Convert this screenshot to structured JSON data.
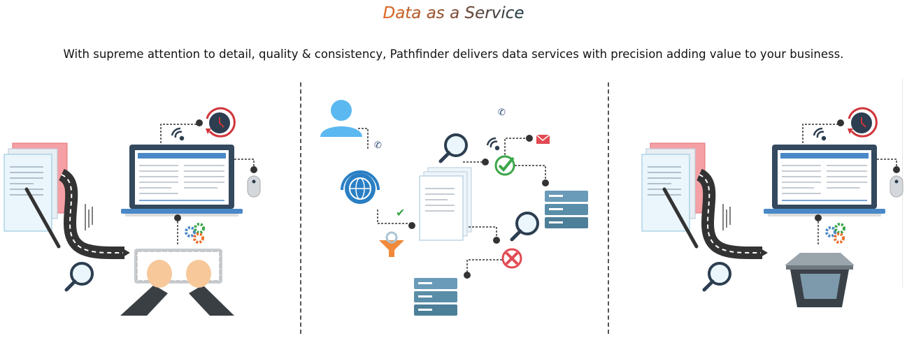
{
  "section": {
    "title": "Data as a Service",
    "subtitle": "With supreme attention to detail, quality & consistency, Pathfinder delivers data services with precision adding value to your business."
  },
  "colors": {
    "title_start": "#e66d25",
    "title_end": "#1d3f4c",
    "laptop_blue": "#4a88c8",
    "accent_red": "#d0343a",
    "check_green": "#3aa648",
    "server_teal": "#5a8ea8",
    "person_blue": "#5bb8f0"
  },
  "illustrations": [
    {
      "name": "data-entry-illustration"
    },
    {
      "name": "data-processing-illustration"
    },
    {
      "name": "data-scanning-illustration"
    }
  ]
}
